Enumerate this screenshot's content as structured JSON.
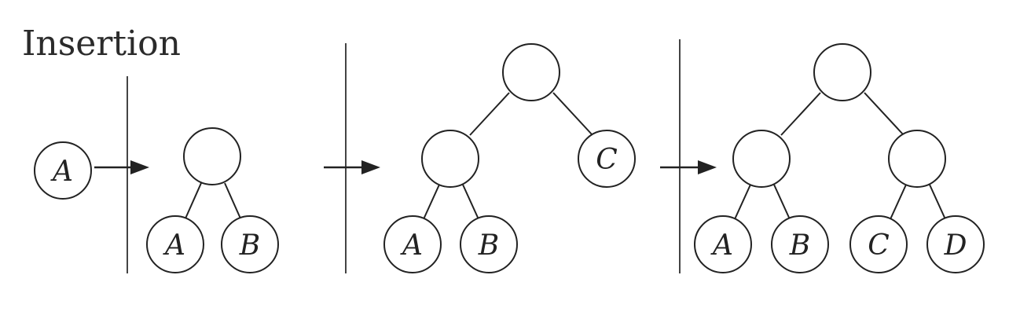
{
  "title": "Insertion",
  "stages": [
    {
      "labels": [
        "A"
      ]
    },
    {
      "labels": [
        "A",
        "B"
      ]
    },
    {
      "labels": [
        "A",
        "B",
        "C"
      ]
    },
    {
      "labels": [
        "A",
        "B",
        "C",
        "D"
      ]
    }
  ]
}
